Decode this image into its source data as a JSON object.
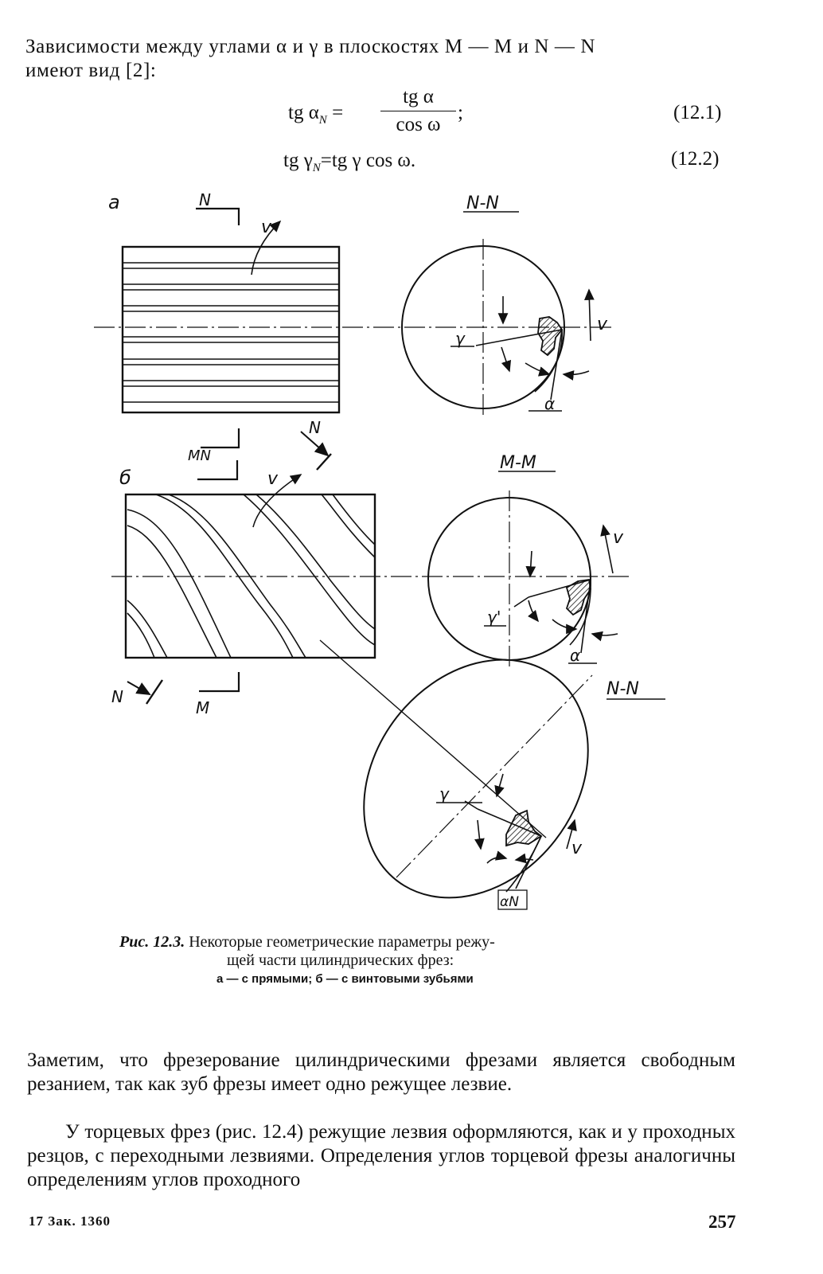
{
  "intro": {
    "line1": "Зависимости между углами α и γ в плоскостях M — M и N — N",
    "line2": "имеют вид [2]:"
  },
  "equations": [
    {
      "lhs": "tg α",
      "lhs_sub": "N",
      "eq": "=",
      "numerator": "tg α",
      "denominator": "cos ω",
      "tail": ";",
      "number": "(12.1)"
    },
    {
      "text": "tg γ",
      "sub": "N",
      "rhs": "=tg γ cos ω.",
      "number": "(12.2)"
    }
  ],
  "figure": {
    "panel_a": "а",
    "panel_b": "б",
    "section_nn_top": "N-N",
    "section_mm": "M-M",
    "section_nn_bottom": "N-N",
    "label_N": "N",
    "label_M": "M",
    "label_MN": "MN",
    "label_v": "v",
    "label_gamma": "γ",
    "label_gamma_prime": "γ'",
    "label_alpha": "α",
    "label_alpha_N": "αN"
  },
  "caption": {
    "fig_ref": "Рис. 12.3.",
    "line1": "Некоторые геометрические параметры режу-",
    "line2": "щей части цилиндрических фрез:",
    "line3": "а — с прямыми; б — с винтовыми зубьями"
  },
  "paragraphs": [
    "Заметим, что фрезерование цилиндрическими фрезами является свободным резанием, так как зуб фрезы имеет одно режущее лезвие.",
    "У торцевых фрез (рис. 12.4) режущие лезвия оформляются, как и у проходных резцов, с переходными лезвиями. Определения углов торцевой фрезы аналогичны определениям углов проходного"
  ],
  "footer": {
    "left": "17 Зак. 1360",
    "page_number": "257"
  }
}
